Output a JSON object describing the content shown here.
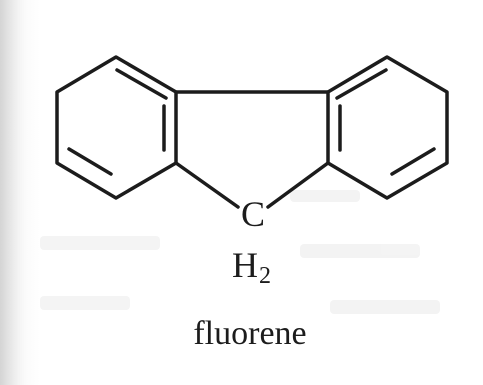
{
  "molecule": {
    "carbon_label": "C",
    "hydrogen_symbol": "H",
    "hydrogen_count": "2",
    "name": "fluorene"
  },
  "colors": {
    "ink": "#1c1c1c",
    "paper": "#ffffff",
    "left_edge_shadow": "#d4d4d4",
    "bleed_text": "#ebebeb"
  }
}
